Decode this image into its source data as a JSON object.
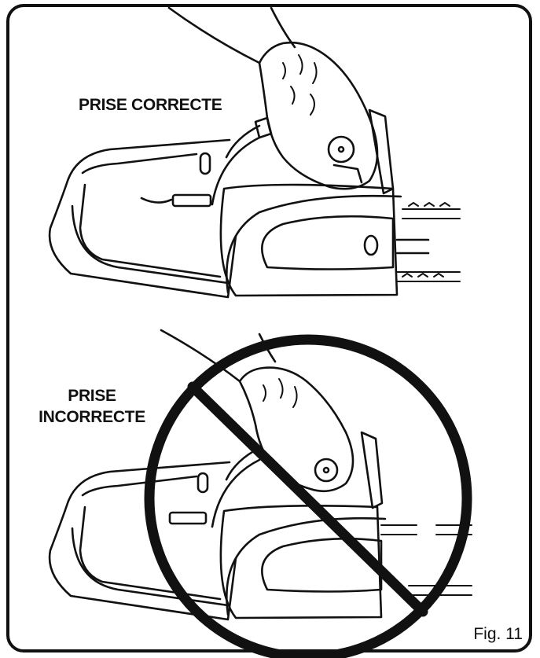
{
  "labels": {
    "correct_line1": "PRISE CORRECTE",
    "incorrect_line1": "PRISE",
    "incorrect_line2": "INCORRECTE"
  },
  "figure_number": "Fig. 11",
  "colors": {
    "ink": "#111111",
    "paper": "#ffffff"
  },
  "icons": [
    "gloved-hand-icon",
    "chainsaw-icon",
    "prohibition-sign-icon"
  ]
}
